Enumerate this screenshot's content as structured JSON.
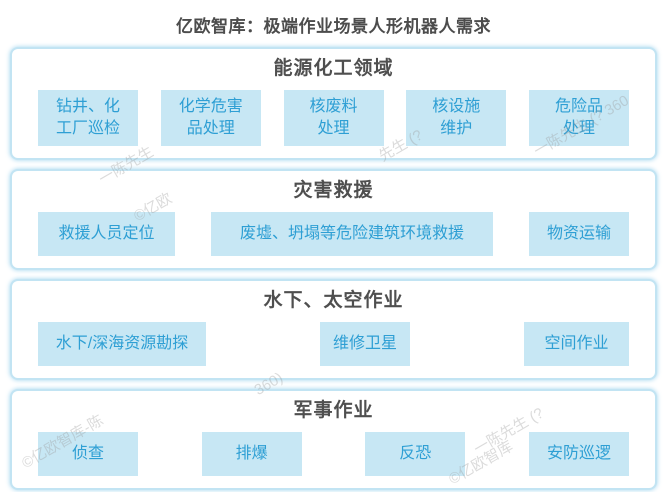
{
  "title": "亿欧智库：极端作业场景人形机器人需求",
  "sections": [
    {
      "header": "能源化工领域",
      "items": [
        "钻井、化\n工厂巡检",
        "化学危害\n品处理",
        "核废料\n处理",
        "核设施\n维护",
        "危险品\n处理"
      ]
    },
    {
      "header": "灾害救援",
      "items": [
        "救援人员定位",
        "废墟、坍塌等危险建筑环境救援",
        "物资运输"
      ]
    },
    {
      "header": "水下、太空作业",
      "items": [
        "水下/深海资源勘探",
        "维修卫星",
        "空间作业"
      ]
    },
    {
      "header": "军事作业",
      "items": [
        "侦查",
        "排爆",
        "反恐",
        "安防巡逻"
      ]
    }
  ],
  "watermarks": [
    "©亿欧智库-陈",
    "©亿欧智库",
    "一陈先生 (? 360",
    "360)",
    "一陈先生",
    "©亿欧",
    "先生 (?",
    "一陈先生 (?"
  ],
  "colors": {
    "box_fill": "#c7e7f4",
    "box_text": "#2e9fd4",
    "header_text": "#4f4f4f",
    "card_border": "#c2e4f3"
  }
}
